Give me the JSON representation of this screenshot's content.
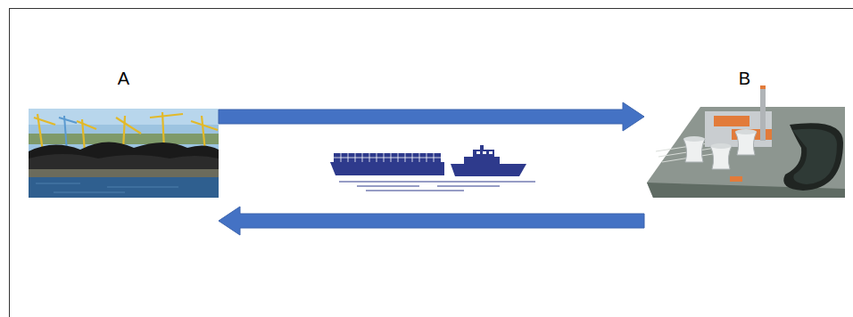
{
  "diagram": {
    "nodes": [
      {
        "text": [
          "A"
        ]
      },
      {
        "text": [
          "B"
        ]
      }
    ],
    "edges": [
      {
        "from": 0,
        "to": 1,
        "arrow": "to"
      },
      {
        "from": 1,
        "to": 0,
        "arrow": "to"
      }
    ]
  }
}
